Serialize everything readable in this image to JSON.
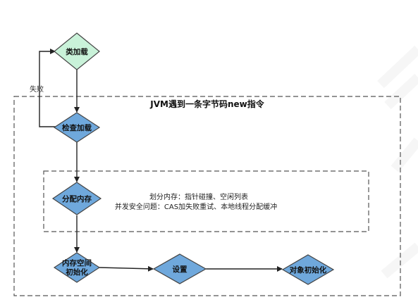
{
  "colors": {
    "start_fill": "#c9f2d9",
    "node_fill": "#6fa8dc",
    "node_stroke": "#444444",
    "arrow": "#222222",
    "dash": "#555555"
  },
  "outer_box": {
    "title": "JVM遇到一条字节码new指令"
  },
  "nodes": {
    "class_load": "类加载",
    "check_load": "检查加载",
    "alloc_mem": "分配内存",
    "mem_init_line1": "内存空间",
    "mem_init_line2": "初始化",
    "setup": "设置",
    "obj_init": "对象初始化"
  },
  "alloc_notes": {
    "line1": "划分内存：指针碰撞、空闲列表",
    "line2": "并发安全问题：CAS加失败重试、本地线程分配缓冲"
  },
  "edges": {
    "fail_label": "失败"
  }
}
